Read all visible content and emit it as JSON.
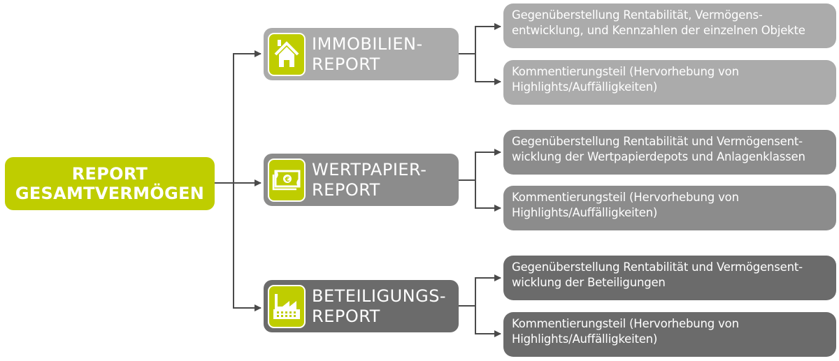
{
  "root": {
    "line1": "REPORT",
    "line2": "GESAMTVERMÖGEN",
    "color": "#bfcd00"
  },
  "reports": [
    {
      "icon": "house-icon",
      "line1": "IMMOBILIEN-",
      "line2": "REPORT",
      "color": "#ababab",
      "items": [
        {
          "line1": "Gegenüberstellung Rentabilität, Vermögens-",
          "line2": "entwicklung, und Kennzahlen der einzelnen Objekte"
        },
        {
          "line1": "Kommentierungsteil (Hervorhebung von",
          "line2": "Highlights/Auffälligkeiten)"
        }
      ]
    },
    {
      "icon": "banknote-euro-icon",
      "line1": "WERTPAPIER-",
      "line2": "REPORT",
      "color": "#8c8c8c",
      "items": [
        {
          "line1": "Gegenüberstellung Rentabilität und Vermögensent-",
          "line2": "wicklung der Wertpapierdepots und Anlagenklassen"
        },
        {
          "line1": "Kommentierungsteil (Hervorhebung von",
          "line2": "Highlights/Auffälligkeiten)"
        }
      ]
    },
    {
      "icon": "factory-icon",
      "line1": "BETEILIGUNGS-",
      "line2": "REPORT",
      "color": "#6b6b6b",
      "items": [
        {
          "line1": "Gegenüberstellung Rentabilität und Vermögensent-",
          "line2": "wicklung der Beteiligungen"
        },
        {
          "line1": "Kommentierungsteil (Hervorhebung von",
          "line2": "Highlights/Auffälligkeiten)"
        }
      ]
    }
  ],
  "connector_color": "#4a4a4a"
}
